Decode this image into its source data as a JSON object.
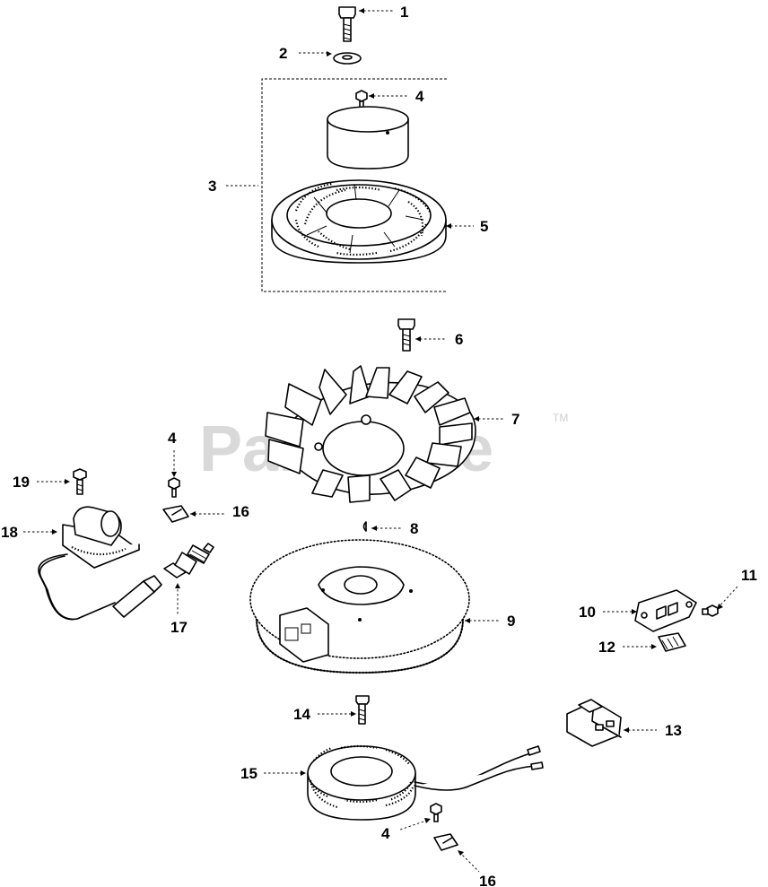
{
  "watermark": {
    "text": "PartsTree",
    "tm": "TM"
  },
  "callouts": {
    "c1": "1",
    "c2": "2",
    "c3": "3",
    "c4a": "4",
    "c5": "5",
    "c6": "6",
    "c7": "7",
    "c4b": "4",
    "c8": "8",
    "c9": "9",
    "c10": "10",
    "c11": "11",
    "c12": "12",
    "c13": "13",
    "c14": "14",
    "c15": "15",
    "c4c": "4",
    "c16a": "16",
    "c16b": "16",
    "c17": "17",
    "c18": "18",
    "c19": "19"
  }
}
